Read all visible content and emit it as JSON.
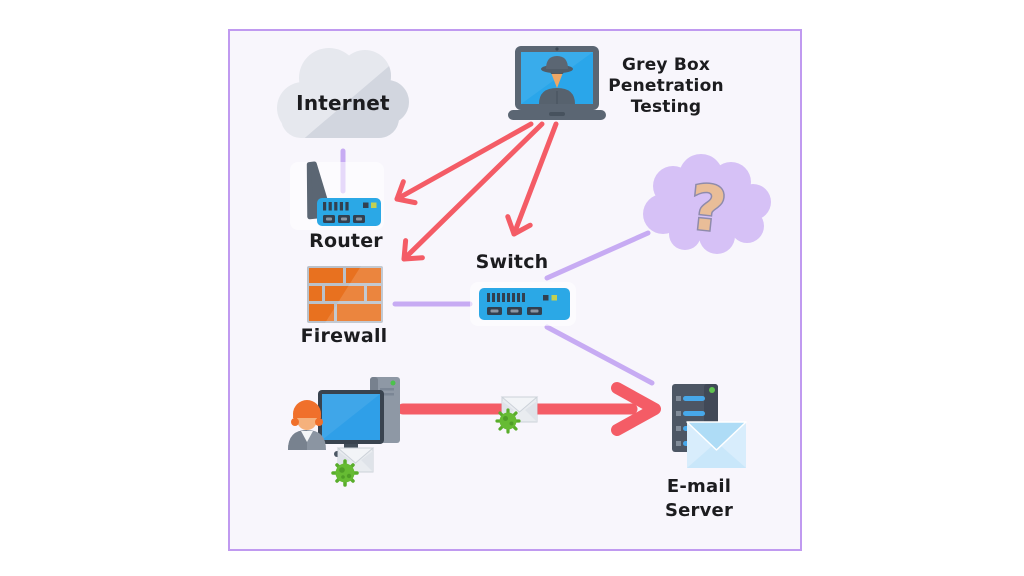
{
  "board": {
    "border_color": "#c09af0",
    "background": "#f8f6fc"
  },
  "title": {
    "lines": [
      "Grey Box",
      "Penetration",
      "Testing"
    ]
  },
  "nodes": {
    "internet": {
      "label": "Internet",
      "icon": "internet-cloud-icon"
    },
    "attacker": {
      "icon": "hacker-laptop-icon"
    },
    "router": {
      "label": "Router",
      "icon": "router-icon"
    },
    "firewall": {
      "label": "Firewall",
      "icon": "firewall-icon"
    },
    "switch": {
      "label": "Switch",
      "icon": "network-switch-icon"
    },
    "unknown_network": {
      "icon": "question-cloud-icon"
    },
    "workstation": {
      "icon": "user-workstation-icon"
    },
    "infected_email": {
      "icon": "virus-email-icon"
    },
    "email_server": {
      "lines": [
        "E-mail",
        "Server"
      ],
      "icon": "email-server-icon"
    }
  },
  "connections": [
    {
      "from": "internet",
      "to": "router",
      "type": "network-link"
    },
    {
      "from": "firewall",
      "to": "switch",
      "type": "network-link"
    },
    {
      "from": "switch",
      "to": "unknown_network",
      "type": "network-link"
    },
    {
      "from": "switch",
      "to": "email_server",
      "type": "network-link"
    },
    {
      "from": "attacker",
      "to": "router",
      "type": "attack-arrow"
    },
    {
      "from": "attacker",
      "to": "firewall",
      "type": "attack-arrow"
    },
    {
      "from": "attacker",
      "to": "switch",
      "type": "attack-arrow"
    },
    {
      "from": "workstation",
      "to": "email_server",
      "type": "malicious-mail-flow"
    }
  ],
  "colors": {
    "attack_red": "#f45c66",
    "link_purple": "#c7abf3",
    "device_blue": "#2ba8e6",
    "firewall_orange": "#e8711f",
    "virus_green": "#66bb33",
    "cloud_grey": "#d9dce3",
    "question_cloud_purple": "#d6c1f6"
  }
}
